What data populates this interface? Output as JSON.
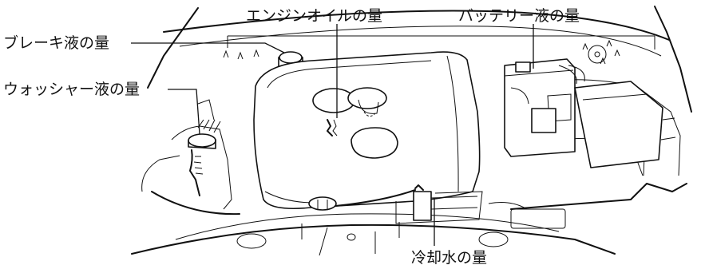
{
  "labels": {
    "brake_fluid": "ブレーキ液の量",
    "engine_oil": "エンジンオイルの量",
    "battery_fluid": "バッテリー液の量",
    "washer_fluid": "ウォッシャー液の量",
    "coolant": "冷却水の量"
  },
  "colors": {
    "line": "#111111",
    "background": "#ffffff"
  }
}
